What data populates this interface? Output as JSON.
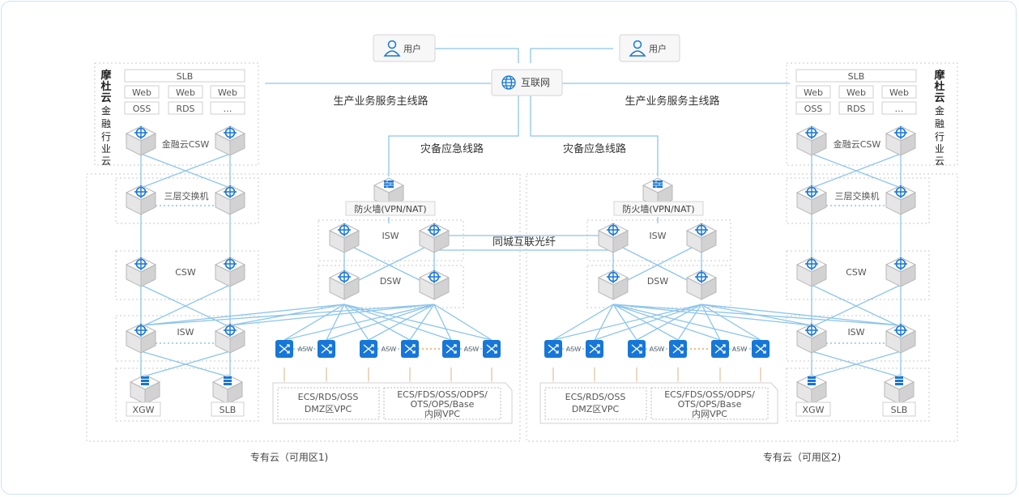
{
  "users": [
    "用户",
    "用户"
  ],
  "internet": "互联网",
  "main_route": [
    "生产业务服务主线路",
    "生产业务服务主线路"
  ],
  "backup_route": [
    "灾备应急线路",
    "灾备应急线路"
  ],
  "firewall": [
    "防火墙(VPN/NAT)",
    "防火墙(VPN/NAT)"
  ],
  "metro_fiber": "同城互联光纤",
  "core": {
    "isw": "ISW",
    "dsw": "DSW"
  },
  "finance_cloud": {
    "title_left": [
      "摩",
      "杜",
      "云",
      "金",
      "融",
      "行",
      "业",
      "云"
    ],
    "title_right": [
      "摩",
      "杜",
      "云",
      "金",
      "融",
      "行",
      "业",
      "云"
    ],
    "slb": "SLB",
    "services": [
      "Web",
      "Web",
      "Web",
      "OSS",
      "RDS",
      "…"
    ],
    "csw": "金融云CSW"
  },
  "side": {
    "l3": "三层交换机",
    "csw": "CSW",
    "isw": "ISW",
    "xgw": "XGW",
    "slb": "SLB"
  },
  "asw": "ASW",
  "vpc": {
    "dmz": [
      "ECS/RDS/OSS",
      "DMZ区VPC"
    ],
    "intranet": [
      "ECS/FDS/OSS/ODPS/",
      "OTS/OPS/Base",
      "内网VPC"
    ]
  },
  "zones": [
    "专有云（可用区1)",
    "专有云（可用区2)"
  ],
  "colors": {
    "line": "#8cc5ec",
    "accent": "#1677d8",
    "box": "#f7f7f7",
    "border": "#d9d9d9",
    "text": "#444444"
  }
}
